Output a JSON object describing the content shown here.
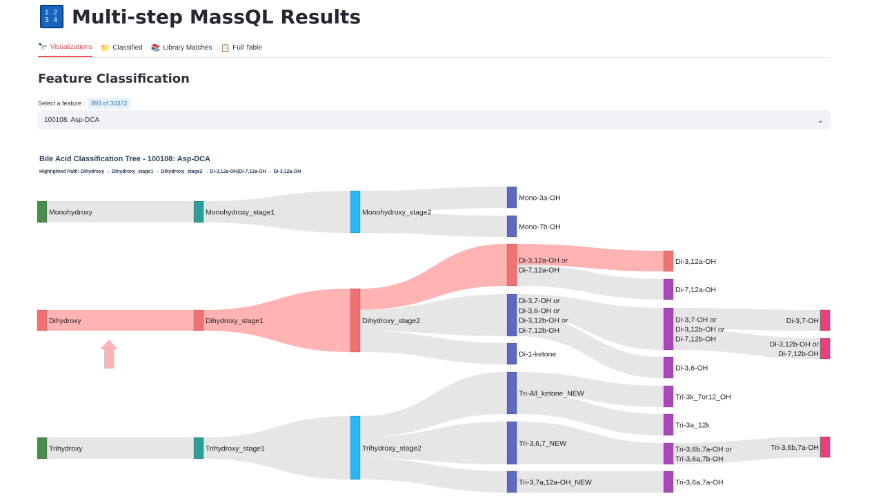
{
  "header": {
    "logo_top": "1 2",
    "logo_bottom": "3 4",
    "title": "Multi-step MassQL Results"
  },
  "tabs": [
    {
      "icon": "🔭",
      "label": "Visualizations",
      "active": true
    },
    {
      "icon": "📁",
      "label": "Classified",
      "active": false
    },
    {
      "icon": "📚",
      "label": "Library Matches",
      "active": false
    },
    {
      "icon": "📋",
      "label": "Full Table",
      "active": false
    }
  ],
  "section_title": "Feature Classification",
  "select": {
    "label": "Select a feature :",
    "badge": "993 of 30372",
    "value": "100108: Asp-DCA"
  },
  "chart": {
    "title": "Bile Acid Classification Tree - 100108: Asp-DCA",
    "subtitle": "Highlighted Path: Dihydroxy → Dihydroxy_stage1 → Dihydroxy_stage2 → Di-3,12a-OH|Di-7,12a-OH → Di-3,12a-OH"
  },
  "chart_data": {
    "type": "sankey",
    "highlight_color": "#ffb3b3",
    "link_color": "#e6e6e6",
    "nodes": [
      {
        "id": "mono",
        "lines": [
          "Monohydroxy"
        ],
        "color": "#4a8c4a"
      },
      {
        "id": "di",
        "lines": [
          "Dihydroxy"
        ],
        "color": "#f27272"
      },
      {
        "id": "tri",
        "lines": [
          "Trihydroxy"
        ],
        "color": "#4a8c4a"
      },
      {
        "id": "mono1",
        "lines": [
          "Monohydroxy_stage1"
        ],
        "color": "#2aa198"
      },
      {
        "id": "di1",
        "lines": [
          "Dihydroxy_stage1"
        ],
        "color": "#f27272"
      },
      {
        "id": "tri1",
        "lines": [
          "Trihydroxy_stage1"
        ],
        "color": "#2aa198"
      },
      {
        "id": "mono2",
        "lines": [
          "Monohydroxy_stage2"
        ],
        "color": "#29b6f6"
      },
      {
        "id": "di2",
        "lines": [
          "Dihydroxy_stage2"
        ],
        "color": "#f27272"
      },
      {
        "id": "tri2",
        "lines": [
          "Trihydroxy_stage2"
        ],
        "color": "#29b6f6"
      },
      {
        "id": "m3a",
        "lines": [
          "Mono-3a-OH"
        ],
        "color": "#5c6bc0"
      },
      {
        "id": "m7b",
        "lines": [
          "Mono-7b-OH"
        ],
        "color": "#5c6bc0"
      },
      {
        "id": "d312or",
        "lines": [
          "Di-3,12a-OH or",
          "Di-7,12a-OH"
        ],
        "color": "#f27272"
      },
      {
        "id": "d37grp",
        "lines": [
          "Di-3,7-OH or",
          "Di-3,6-OH or",
          "Di-3,12b-OH or",
          "Di-7,12b-OH"
        ],
        "color": "#5c6bc0"
      },
      {
        "id": "d1k",
        "lines": [
          "Di-1-ketone"
        ],
        "color": "#5c6bc0"
      },
      {
        "id": "tak",
        "lines": [
          "Tri-All_ketone_NEW"
        ],
        "color": "#5c6bc0"
      },
      {
        "id": "t367",
        "lines": [
          "Tri-3,6,7_NEW"
        ],
        "color": "#5c6bc0"
      },
      {
        "id": "t3712",
        "lines": [
          "Tri-3,7a,12a-OH_NEW"
        ],
        "color": "#5c6bc0"
      },
      {
        "id": "d312",
        "lines": [
          "Di-3,12a-OH"
        ],
        "color": "#f27272"
      },
      {
        "id": "d712",
        "lines": [
          "Di-7,12a-OH"
        ],
        "color": "#ab47bc"
      },
      {
        "id": "d37b",
        "lines": [
          "Di-3,7-OH or",
          "Di-3,12b-OH or",
          "Di-7,12b-OH"
        ],
        "color": "#ab47bc"
      },
      {
        "id": "d36",
        "lines": [
          "Di-3,6-OH"
        ],
        "color": "#ab47bc"
      },
      {
        "id": "t3k",
        "lines": [
          "Tri-3k_7or12_OH"
        ],
        "color": "#ab47bc"
      },
      {
        "id": "t3a12k",
        "lines": [
          "Tri-3a_12k"
        ],
        "color": "#ab47bc"
      },
      {
        "id": "t36b",
        "lines": [
          "Tri-3,6b,7a-OH or",
          "Tri-3,6a,7b-OH"
        ],
        "color": "#ab47bc"
      },
      {
        "id": "t36a",
        "lines": [
          "Tri-3,6a,7a-OH"
        ],
        "color": "#ab47bc"
      },
      {
        "id": "d37",
        "lines": [
          "Di-3,7-OH"
        ],
        "color": "#ec407a"
      },
      {
        "id": "d312b",
        "lines": [
          "Di-3,12b-OH or",
          "Di-7,12b-OH"
        ],
        "color": "#ec407a"
      },
      {
        "id": "t36b7a",
        "lines": [
          "Tri-3,6b,7a-OH"
        ],
        "color": "#ec407a"
      }
    ],
    "links": [
      {
        "source": "mono",
        "target": "mono1",
        "highlight": false
      },
      {
        "source": "di",
        "target": "di1",
        "highlight": true
      },
      {
        "source": "tri",
        "target": "tri1",
        "highlight": false
      },
      {
        "source": "mono1",
        "target": "mono2",
        "highlight": false
      },
      {
        "source": "di1",
        "target": "di2",
        "highlight": true
      },
      {
        "source": "tri1",
        "target": "tri2",
        "highlight": false
      },
      {
        "source": "mono2",
        "target": "m3a",
        "highlight": false
      },
      {
        "source": "mono2",
        "target": "m7b",
        "highlight": false
      },
      {
        "source": "di2",
        "target": "d312or",
        "highlight": true
      },
      {
        "source": "di2",
        "target": "d37grp",
        "highlight": false
      },
      {
        "source": "di2",
        "target": "d1k",
        "highlight": false
      },
      {
        "source": "tri2",
        "target": "tak",
        "highlight": false
      },
      {
        "source": "tri2",
        "target": "t367",
        "highlight": false
      },
      {
        "source": "tri2",
        "target": "t3712",
        "highlight": false
      },
      {
        "source": "d312or",
        "target": "d312",
        "highlight": true
      },
      {
        "source": "d312or",
        "target": "d712",
        "highlight": false
      },
      {
        "source": "d37grp",
        "target": "d37b",
        "highlight": false
      },
      {
        "source": "d37grp",
        "target": "d36",
        "highlight": false
      },
      {
        "source": "tak",
        "target": "t3k",
        "highlight": false
      },
      {
        "source": "tak",
        "target": "t3a12k",
        "highlight": false
      },
      {
        "source": "t367",
        "target": "t36b",
        "highlight": false
      },
      {
        "source": "t3712",
        "target": "t36a",
        "highlight": false
      },
      {
        "source": "d37b",
        "target": "d37",
        "highlight": false
      },
      {
        "source": "d37b",
        "target": "d312b",
        "highlight": false
      },
      {
        "source": "t36b",
        "target": "t36b7a",
        "highlight": false
      }
    ]
  }
}
